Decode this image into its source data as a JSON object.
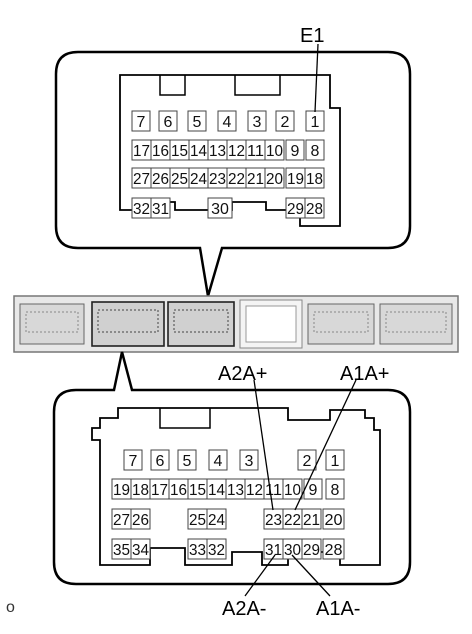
{
  "top_connector": {
    "rows": [
      [
        "7",
        "6",
        "5",
        "4",
        "3",
        "2",
        "1"
      ],
      [
        "17",
        "16",
        "15",
        "14",
        "13",
        "12",
        "11",
        "10",
        "9",
        "8"
      ],
      [
        "27",
        "26",
        "25",
        "24",
        "23",
        "22",
        "21",
        "20",
        "19",
        "18"
      ],
      [
        "32",
        "31",
        "30",
        "29",
        "28"
      ]
    ],
    "labels": {
      "e1": "E1"
    }
  },
  "bottom_connector": {
    "rows": [
      [
        "7",
        "6",
        "5",
        "4",
        "3",
        "2",
        "1"
      ],
      [
        "19",
        "18",
        "17",
        "16",
        "15",
        "14",
        "13",
        "12",
        "11",
        "10",
        "9",
        "8"
      ],
      [
        "27",
        "26",
        "25",
        "24",
        "23",
        "22",
        "21",
        "20"
      ],
      [
        "35",
        "34",
        "33",
        "32",
        "31",
        "30",
        "29",
        "28"
      ]
    ],
    "labels": {
      "a2a_plus": "A2A+",
      "a1a_plus": "A1A+",
      "a2a_minus": "A2A-",
      "a1a_minus": "A1A-"
    }
  },
  "corner_mark": "o"
}
